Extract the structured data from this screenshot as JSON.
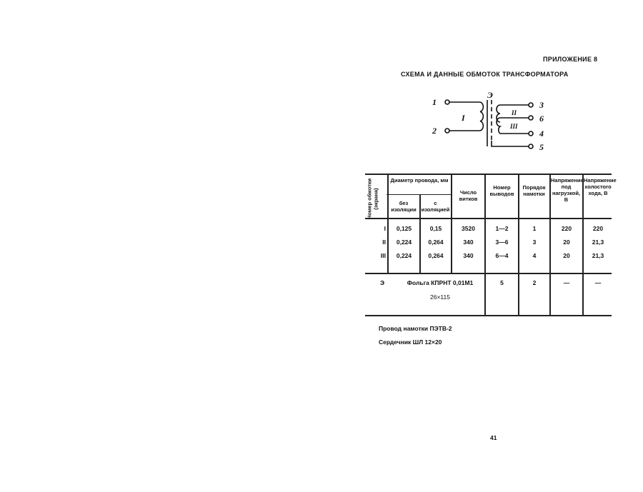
{
  "appendix": "ПРИЛОЖЕНИЕ 8",
  "title": "СХЕМА И ДАННЫЕ ОБМОТОК ТРАНСФОРМАТОРА",
  "diagram": {
    "terminals": [
      "1",
      "2",
      "3",
      "6",
      "4",
      "5"
    ],
    "screen": "Э",
    "windings": [
      "I",
      "II",
      "III"
    ]
  },
  "table": {
    "headers": {
      "num": "Номер обмотки (экрана)",
      "diam": "Диаметр провода, мм",
      "no_ins": "без изоляции",
      "ins": "с изоляцией",
      "turns": "Число витков",
      "leads": "Номер выводов",
      "order": "Порядок намотки",
      "v_load": "Напряжение под нагрузкой, В",
      "v_idle": "Напряжение холостого хода, В"
    },
    "rows": [
      {
        "num": "I",
        "d1": "0,125",
        "d2": "0,15",
        "turns": "3520",
        "leads": "1—2",
        "order": "1",
        "vl": "220",
        "vi": "220"
      },
      {
        "num": "II",
        "d1": "0,224",
        "d2": "0,264",
        "turns": "340",
        "leads": "3—6",
        "order": "3",
        "vl": "20",
        "vi": "21,3"
      },
      {
        "num": "III",
        "d1": "0,224",
        "d2": "0,264",
        "turns": "340",
        "leads": "6—4",
        "order": "4",
        "vl": "20",
        "vi": "21,3"
      }
    ],
    "screen_row": {
      "num": "Э",
      "material": "Фольга КПРНТ 0,01М1",
      "size": "26×115",
      "leads": "5",
      "order": "2",
      "vl": "—",
      "vi": "—"
    }
  },
  "notes": [
    "Провод намотки ПЭТВ-2",
    "Сердечник ШЛ 12×20"
  ],
  "page_number": "41"
}
